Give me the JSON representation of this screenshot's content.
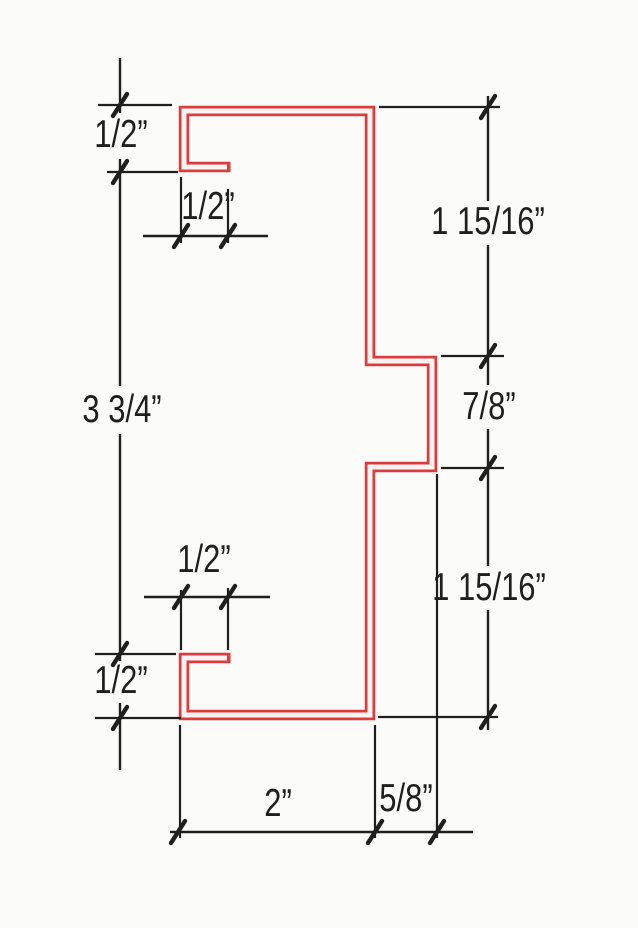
{
  "drawing": {
    "colors": {
      "profile_red": "#dc3c3c",
      "profile_gap": "#fbf4f2",
      "line_black": "#1f1f1f",
      "background": "#fbfbfa"
    },
    "dimensions": {
      "top_left_lip": "1/2”",
      "top_return": "1/2”",
      "upper_right": "1 15/16”",
      "left_span": "3 3/4”",
      "middle_right": "7/8”",
      "lower_right": "1 15/16”",
      "bottom_return": "1/2”",
      "bottom_left_lip": "1/2”",
      "bottom_width": "2”",
      "bottom_offset": "5/8”"
    }
  }
}
